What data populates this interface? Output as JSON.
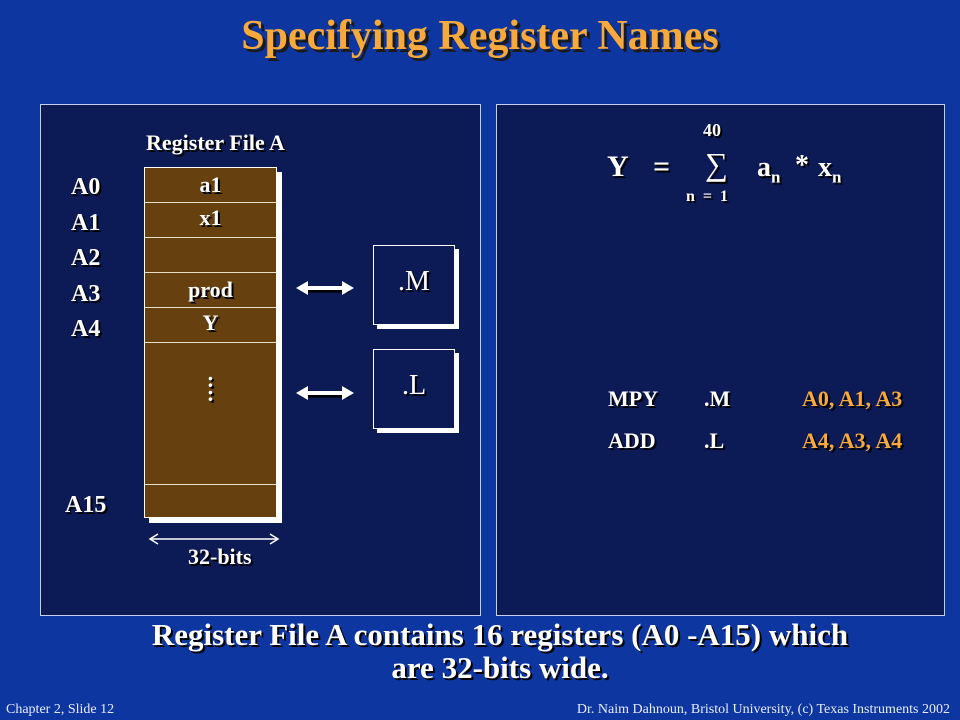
{
  "title": "Specifying Register Names",
  "register_file": {
    "label": "Register File A",
    "register_names": [
      "A0",
      "A1",
      "A2",
      "A3",
      "A4"
    ],
    "last_register_name": "A15",
    "cells": [
      "a1",
      "x1",
      "",
      "prod",
      "Y"
    ],
    "ellipsis": ":",
    "width_label": "32-bits"
  },
  "units": {
    "m": ".M",
    "l": ".L"
  },
  "formula": {
    "lhs": "Y",
    "equals": "=",
    "sum_symbol": "∑",
    "upper_limit": "40",
    "lower_limit": "n  =  1",
    "term_a": "a",
    "sub_a": "n",
    "times": "*",
    "term_x": "x",
    "sub_x": "n"
  },
  "instructions": [
    {
      "op": "MPY",
      "unit": ".M",
      "operands": "A0, A1, A3"
    },
    {
      "op": "ADD",
      "unit": ".L",
      "operands": "A4, A3, A4"
    }
  ],
  "caption": {
    "line1": "Register File A contains 16 registers (A0 -A15) which",
    "line2": "are 32-bits wide."
  },
  "footer": {
    "left": "Chapter 2, Slide 12",
    "right": "Dr. Naim Dahnoun, Bristol University,  (c) Texas Instruments 2002"
  },
  "colors": {
    "background": "#0d36a0",
    "panel": "#0c1a56",
    "title": "#f7a93b",
    "register_fill": "#66410f",
    "operands": "#f7a93b"
  }
}
